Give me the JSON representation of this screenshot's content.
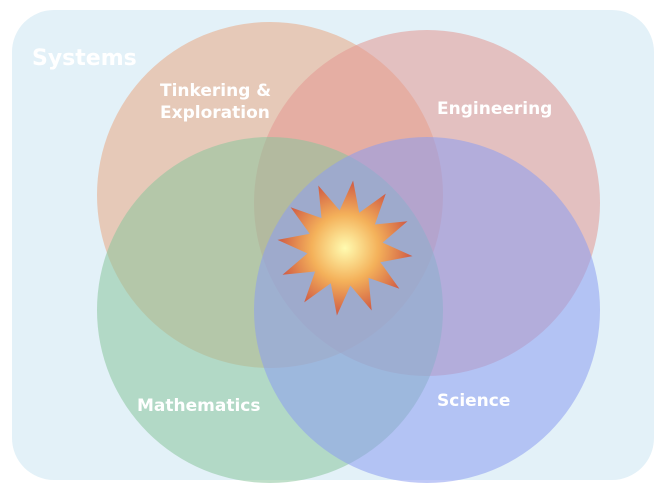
{
  "diagram": {
    "systems_label": "Systems",
    "circles": [
      {
        "id": "tinkering",
        "lines": [
          "Tinkering &",
          "Exploration"
        ],
        "color": "#e9a783"
      },
      {
        "id": "engineering",
        "lines": [
          "Engineering"
        ],
        "color": "#e49792"
      },
      {
        "id": "mathematics",
        "lines": [
          "Mathematics"
        ],
        "color": "#8bc59c"
      },
      {
        "id": "science",
        "lines": [
          "Science"
        ],
        "color": "#8d9cf1"
      }
    ],
    "colors": {
      "systems_bg": "#e3f1f8",
      "systems_text": "#ffffff",
      "burst_center": "#fffbb0",
      "burst_mid": "#f4b15a",
      "burst_edge": "#c84a40"
    }
  }
}
